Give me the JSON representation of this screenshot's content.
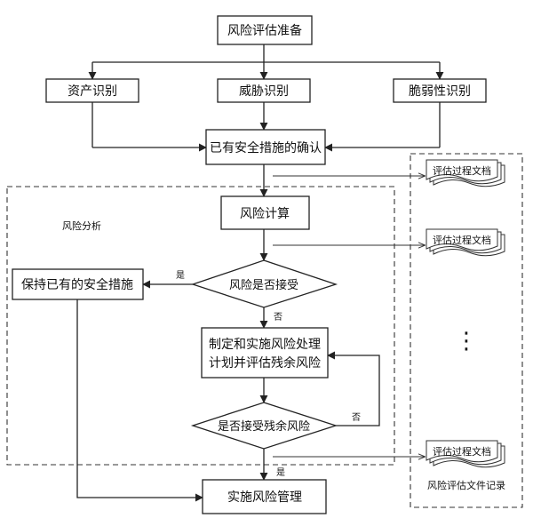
{
  "nodes": {
    "prep": "风险评估准备",
    "asset": "资产识别",
    "threat": "威胁识别",
    "vuln": "脆弱性识别",
    "confirm": "已有安全措施的确认",
    "calc": "风险计算",
    "accept": "风险是否接受",
    "keep": "保持已有的安全措施",
    "plan_line1": "制定和实施风险处理",
    "plan_line2": "计划并评估残余风险",
    "residual": "是否接受残余风险",
    "manage": "实施风险管理"
  },
  "labels": {
    "yes_accept": "是",
    "no_accept": "否",
    "no_residual": "否",
    "yes_residual": "是",
    "risk_analysis": "风险分析",
    "doc_record": "风险评估文件记录",
    "ellipsis": "⋮"
  },
  "documents": [
    {
      "label": "评估过程文档"
    },
    {
      "label": "评估过程文档"
    },
    {
      "label": "评估过程文档"
    }
  ]
}
